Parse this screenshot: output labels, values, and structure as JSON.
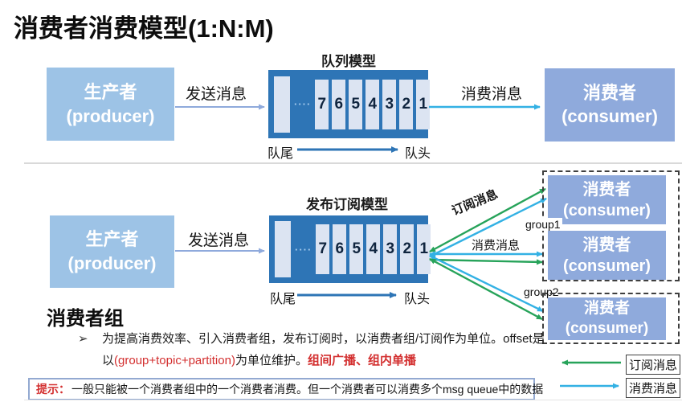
{
  "title": "消费者消费模型(1:N:M)",
  "colors": {
    "producer": "#9dc3e6",
    "consumer": "#8faadc",
    "queue": "#2e75b6",
    "slot": "#dce4f2",
    "number": "#10253f",
    "green": "#27a35a",
    "cyan": "#33b1e4",
    "send": "#8faadc",
    "queuearrow": "#2e75b6",
    "red": "#d32f2f",
    "hintborder": "#93a9d1",
    "dash": "#3f3f3f",
    "divider": "#d9d9d9",
    "legendborder": "#404040"
  },
  "queue_model": {
    "title": "队列模型",
    "producer": {
      "line1": "生产者",
      "line2": "(producer)"
    },
    "send_label": "发送消息",
    "consume_label": "消费消息",
    "dots": "····",
    "slots": [
      "7",
      "6",
      "5",
      "4",
      "3",
      "2",
      "1"
    ],
    "tail": "队尾",
    "head": "队头",
    "consumer": {
      "line1": "消费者",
      "line2": "(consumer)"
    }
  },
  "pubsub_model": {
    "title": "发布订阅模型",
    "producer": {
      "line1": "生产者",
      "line2": "(producer)"
    },
    "send_label": "发送消息",
    "subscribe_label": "订阅消息",
    "consume_label": "消费消息",
    "dots": "····",
    "slots": [
      "7",
      "6",
      "5",
      "4",
      "3",
      "2",
      "1"
    ],
    "tail": "队尾",
    "head": "队头",
    "group1": {
      "label": "group1",
      "consumer1": {
        "line1": "消费者",
        "line2": "(consumer)"
      },
      "consumer2": {
        "line1": "消费者",
        "line2": "(consumer)"
      }
    },
    "group2": {
      "label": "group2",
      "consumer1": {
        "line1": "消费者",
        "line2": "(consumer)"
      }
    }
  },
  "notes": {
    "heading": "消费者组",
    "bullet": "➢",
    "line1": "为提高消费效率、引入消费者组，发布订阅时，以消费者组/订阅作为单位。offset是",
    "line2": {
      "part1": "以",
      "part2": "(group+topic+partition)",
      "part3": "为单位维护。",
      "part4": "组间广播、组内单播"
    }
  },
  "hint": {
    "label": "提示：",
    "text": "一般只能被一个消费者组中的一个消费者消费。但一个消费者可以消费多个msg queue中的数据"
  },
  "legend": {
    "subscribe": "订阅消息",
    "consume": "消费消息"
  }
}
